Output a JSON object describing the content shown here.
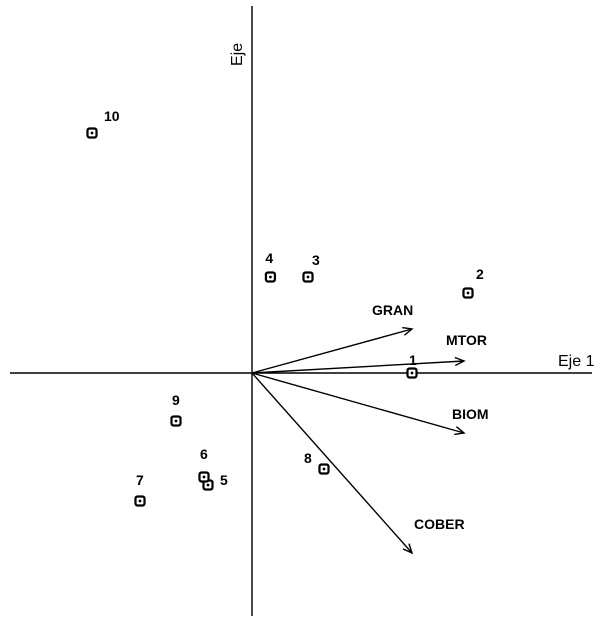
{
  "chart_data": {
    "type": "scatter",
    "subtype": "biplot",
    "title": "",
    "xlabel": "Eje 1",
    "ylabel": "Eje",
    "xlim": [
      -3.0,
      4.4
    ],
    "ylim": [
      -3.0,
      4.4
    ],
    "grid": false,
    "points": [
      {
        "label": "1",
        "x": 2.0,
        "y": 0.0
      },
      {
        "label": "2",
        "x": 2.7,
        "y": 1.0
      },
      {
        "label": "3",
        "x": 0.7,
        "y": 1.2
      },
      {
        "label": "4",
        "x": 0.23,
        "y": 1.2
      },
      {
        "label": "5",
        "x": -0.55,
        "y": -1.4
      },
      {
        "label": "6",
        "x": -0.6,
        "y": -1.3
      },
      {
        "label": "7",
        "x": -1.4,
        "y": -1.6
      },
      {
        "label": "8",
        "x": 0.9,
        "y": -1.2
      },
      {
        "label": "9",
        "x": -0.95,
        "y": -0.6
      },
      {
        "label": "10",
        "x": -2.0,
        "y": 3.0
      }
    ],
    "vectors": [
      {
        "label": "GRAN",
        "x": 2.0,
        "y": 0.55
      },
      {
        "label": "MTOR",
        "x": 2.65,
        "y": 0.15
      },
      {
        "label": "BIOM",
        "x": 2.65,
        "y": -0.75
      },
      {
        "label": "COBER",
        "x": 2.0,
        "y": -2.25
      }
    ]
  }
}
